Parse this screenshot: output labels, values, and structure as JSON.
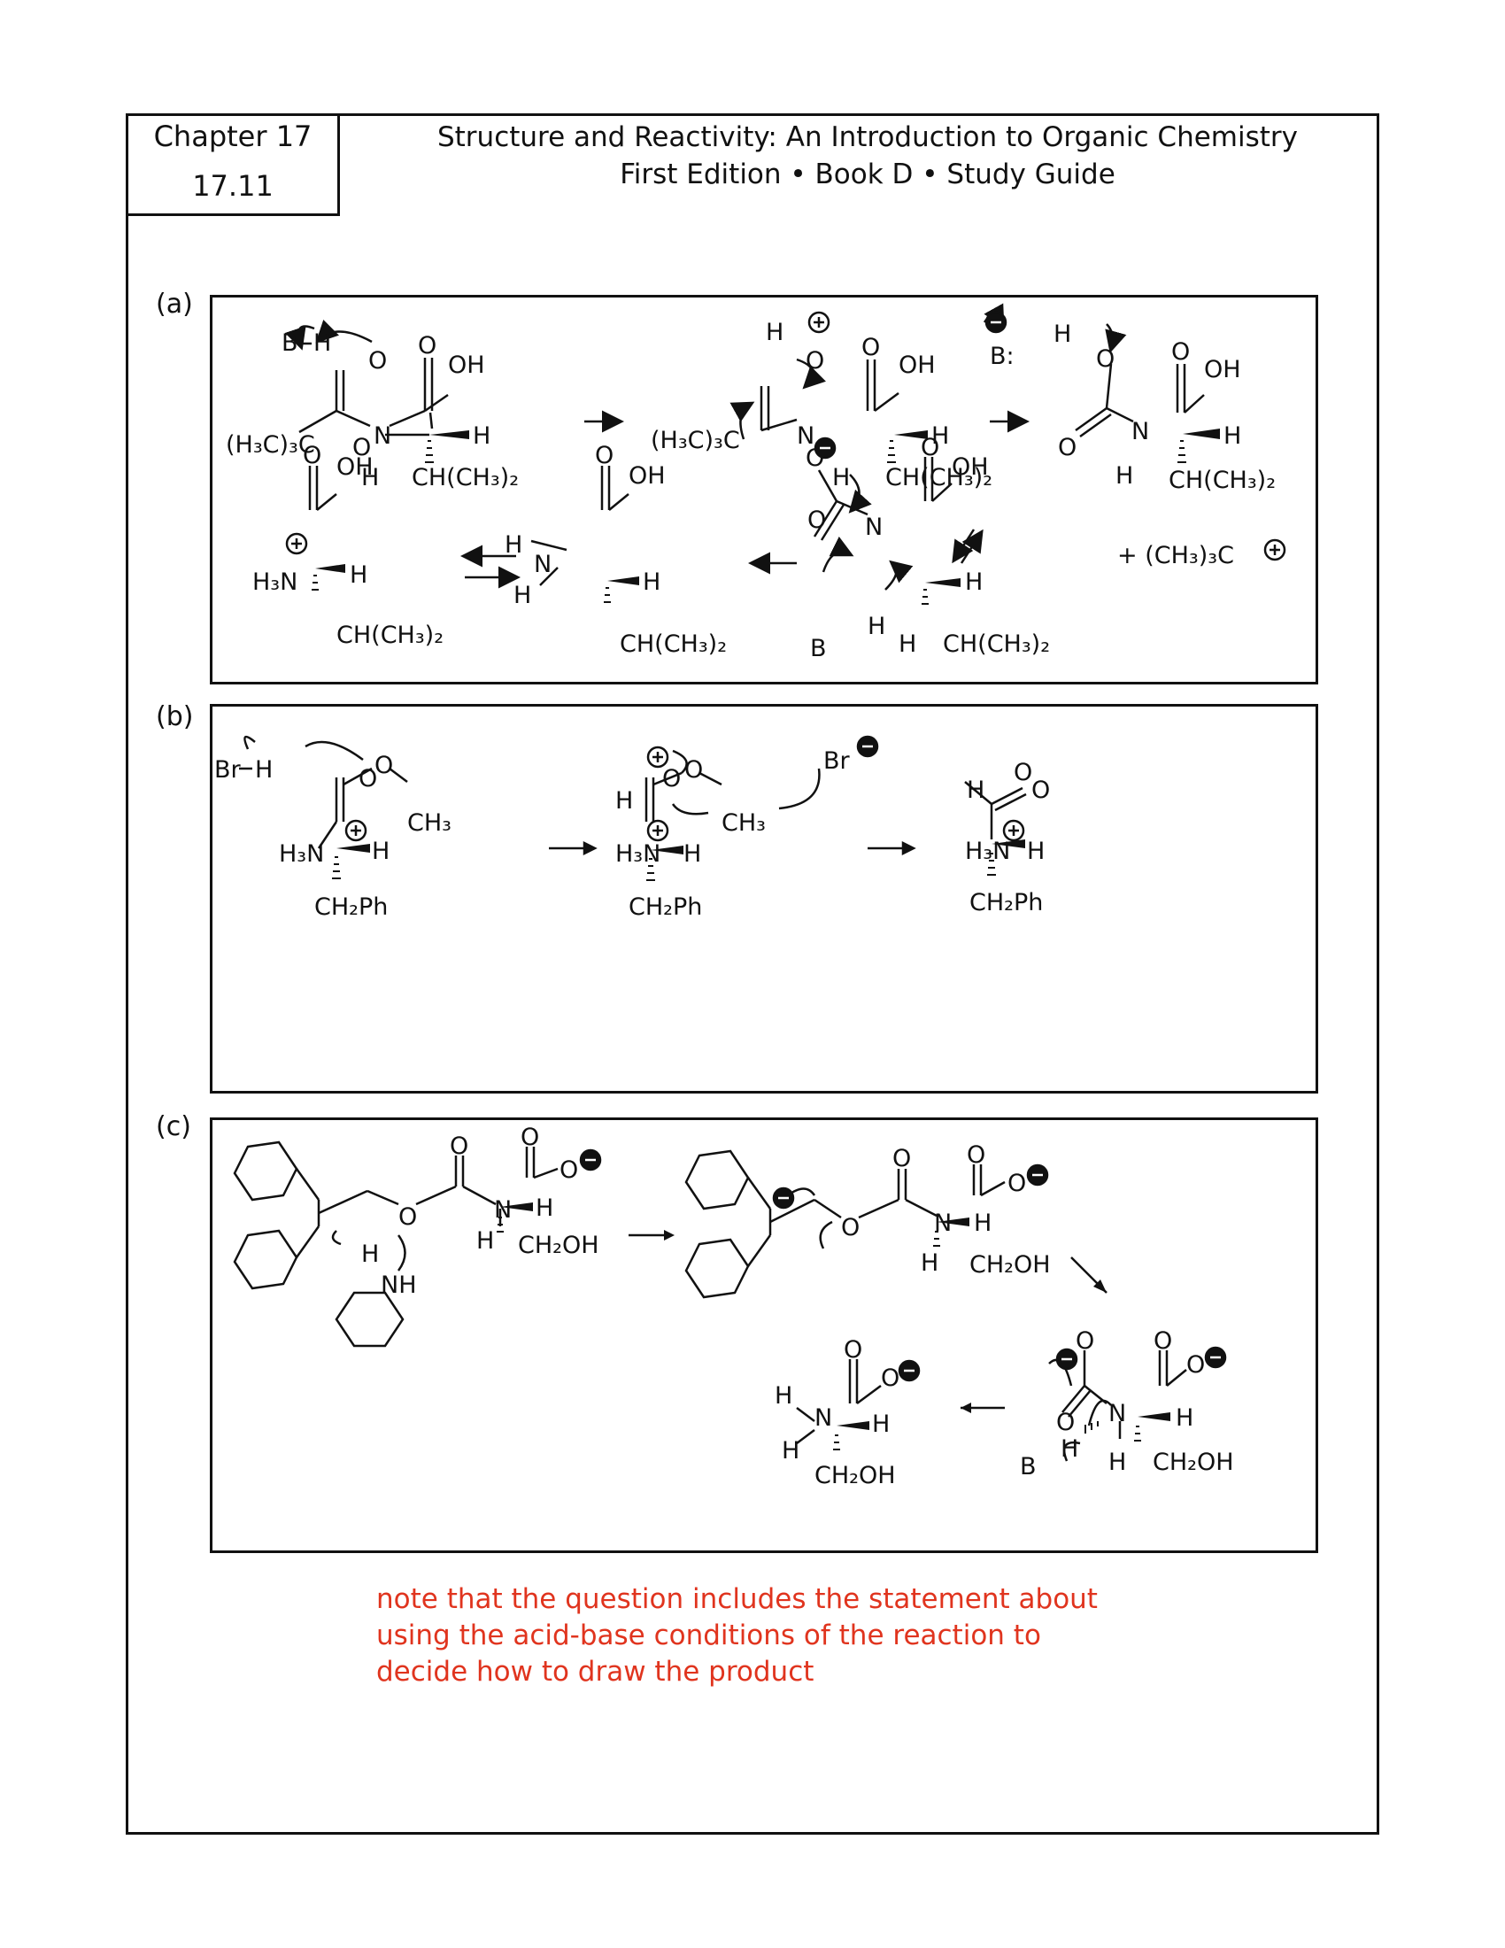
{
  "header": {
    "chapter": "Chapter 17",
    "section": "17.11",
    "title_line1": "Structure and Reactivity: An Introduction to Organic Chemistry",
    "title_line2": "First Edition • Book D • Study Guide"
  },
  "parts": {
    "a": {
      "label": "(a)",
      "tbu": "(H₃C)₃C",
      "iPr": "CH(CH₃)₂",
      "tBu_cation": "+ (CH₃)₃C",
      "base": "B",
      "base_lone": "B:",
      "oh": "OH",
      "o": "O",
      "n": "N",
      "h": "H",
      "h3n": "H₃N"
    },
    "b": {
      "label": "(b)",
      "hbr": "Br",
      "bromide": "Br",
      "methyl": "CH₃",
      "benzyl": "CH₂Ph",
      "h3n": "H₃N",
      "o": "O",
      "h": "H"
    },
    "c": {
      "label": "(c)",
      "ch2oh": "CH₂OH",
      "nh": "NH",
      "o": "O",
      "n": "N",
      "h": "H",
      "base": "B"
    }
  },
  "note": {
    "line1": "note that the question includes the statement about",
    "line2": "using the acid-base conditions of the reaction to",
    "line3": "decide how to draw the product"
  }
}
